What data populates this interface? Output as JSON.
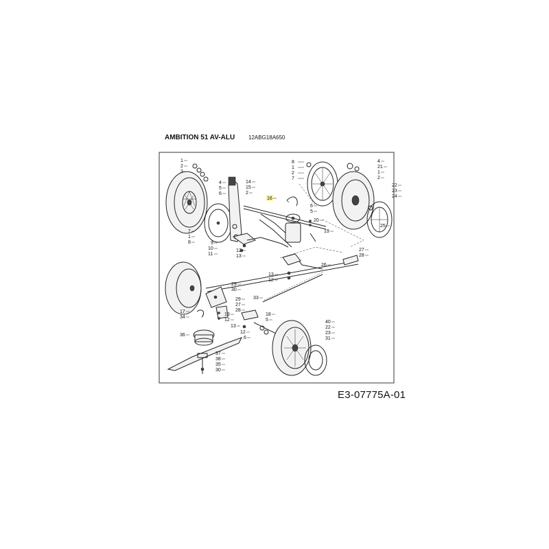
{
  "header": {
    "model": "AMBITION 51 AV-ALU",
    "part_number": "12ABG18A650"
  },
  "footer": {
    "drawing_code": "E3-07775A-01"
  },
  "highlight_color": "#fff3a6",
  "callouts": [
    {
      "text": "1"
    },
    {
      "text": "2"
    },
    {
      "text": "3"
    },
    {
      "text": "4"
    },
    {
      "text": "5"
    },
    {
      "text": "6"
    },
    {
      "text": "14"
    },
    {
      "text": "15"
    },
    {
      "text": "2"
    },
    {
      "text": "7"
    },
    {
      "text": "1"
    },
    {
      "text": "8"
    },
    {
      "text": "9"
    },
    {
      "text": "10"
    },
    {
      "text": "11"
    },
    {
      "text": "12"
    },
    {
      "text": "13"
    },
    {
      "text": "8"
    },
    {
      "text": "1"
    },
    {
      "text": "2"
    },
    {
      "text": "7"
    },
    {
      "text": "4"
    },
    {
      "text": "21"
    },
    {
      "text": "1"
    },
    {
      "text": "2"
    },
    {
      "text": "16"
    },
    {
      "text": "6"
    },
    {
      "text": "5"
    },
    {
      "text": "20"
    },
    {
      "text": "19"
    },
    {
      "text": "22"
    },
    {
      "text": "23"
    },
    {
      "text": "24"
    },
    {
      "text": "25"
    },
    {
      "text": "27"
    },
    {
      "text": "28"
    },
    {
      "text": "26"
    },
    {
      "text": "13"
    },
    {
      "text": "12"
    },
    {
      "text": "29"
    },
    {
      "text": "30"
    },
    {
      "text": "33"
    },
    {
      "text": "29"
    },
    {
      "text": "27"
    },
    {
      "text": "28"
    },
    {
      "text": "17"
    },
    {
      "text": "34"
    },
    {
      "text": "13"
    },
    {
      "text": "12"
    },
    {
      "text": "13"
    },
    {
      "text": "18"
    },
    {
      "text": "5"
    },
    {
      "text": "12"
    },
    {
      "text": "6"
    },
    {
      "text": "40"
    },
    {
      "text": "22"
    },
    {
      "text": "23"
    },
    {
      "text": "31"
    },
    {
      "text": "36"
    },
    {
      "text": "37"
    },
    {
      "text": "38"
    },
    {
      "text": "35"
    },
    {
      "text": "30"
    }
  ]
}
